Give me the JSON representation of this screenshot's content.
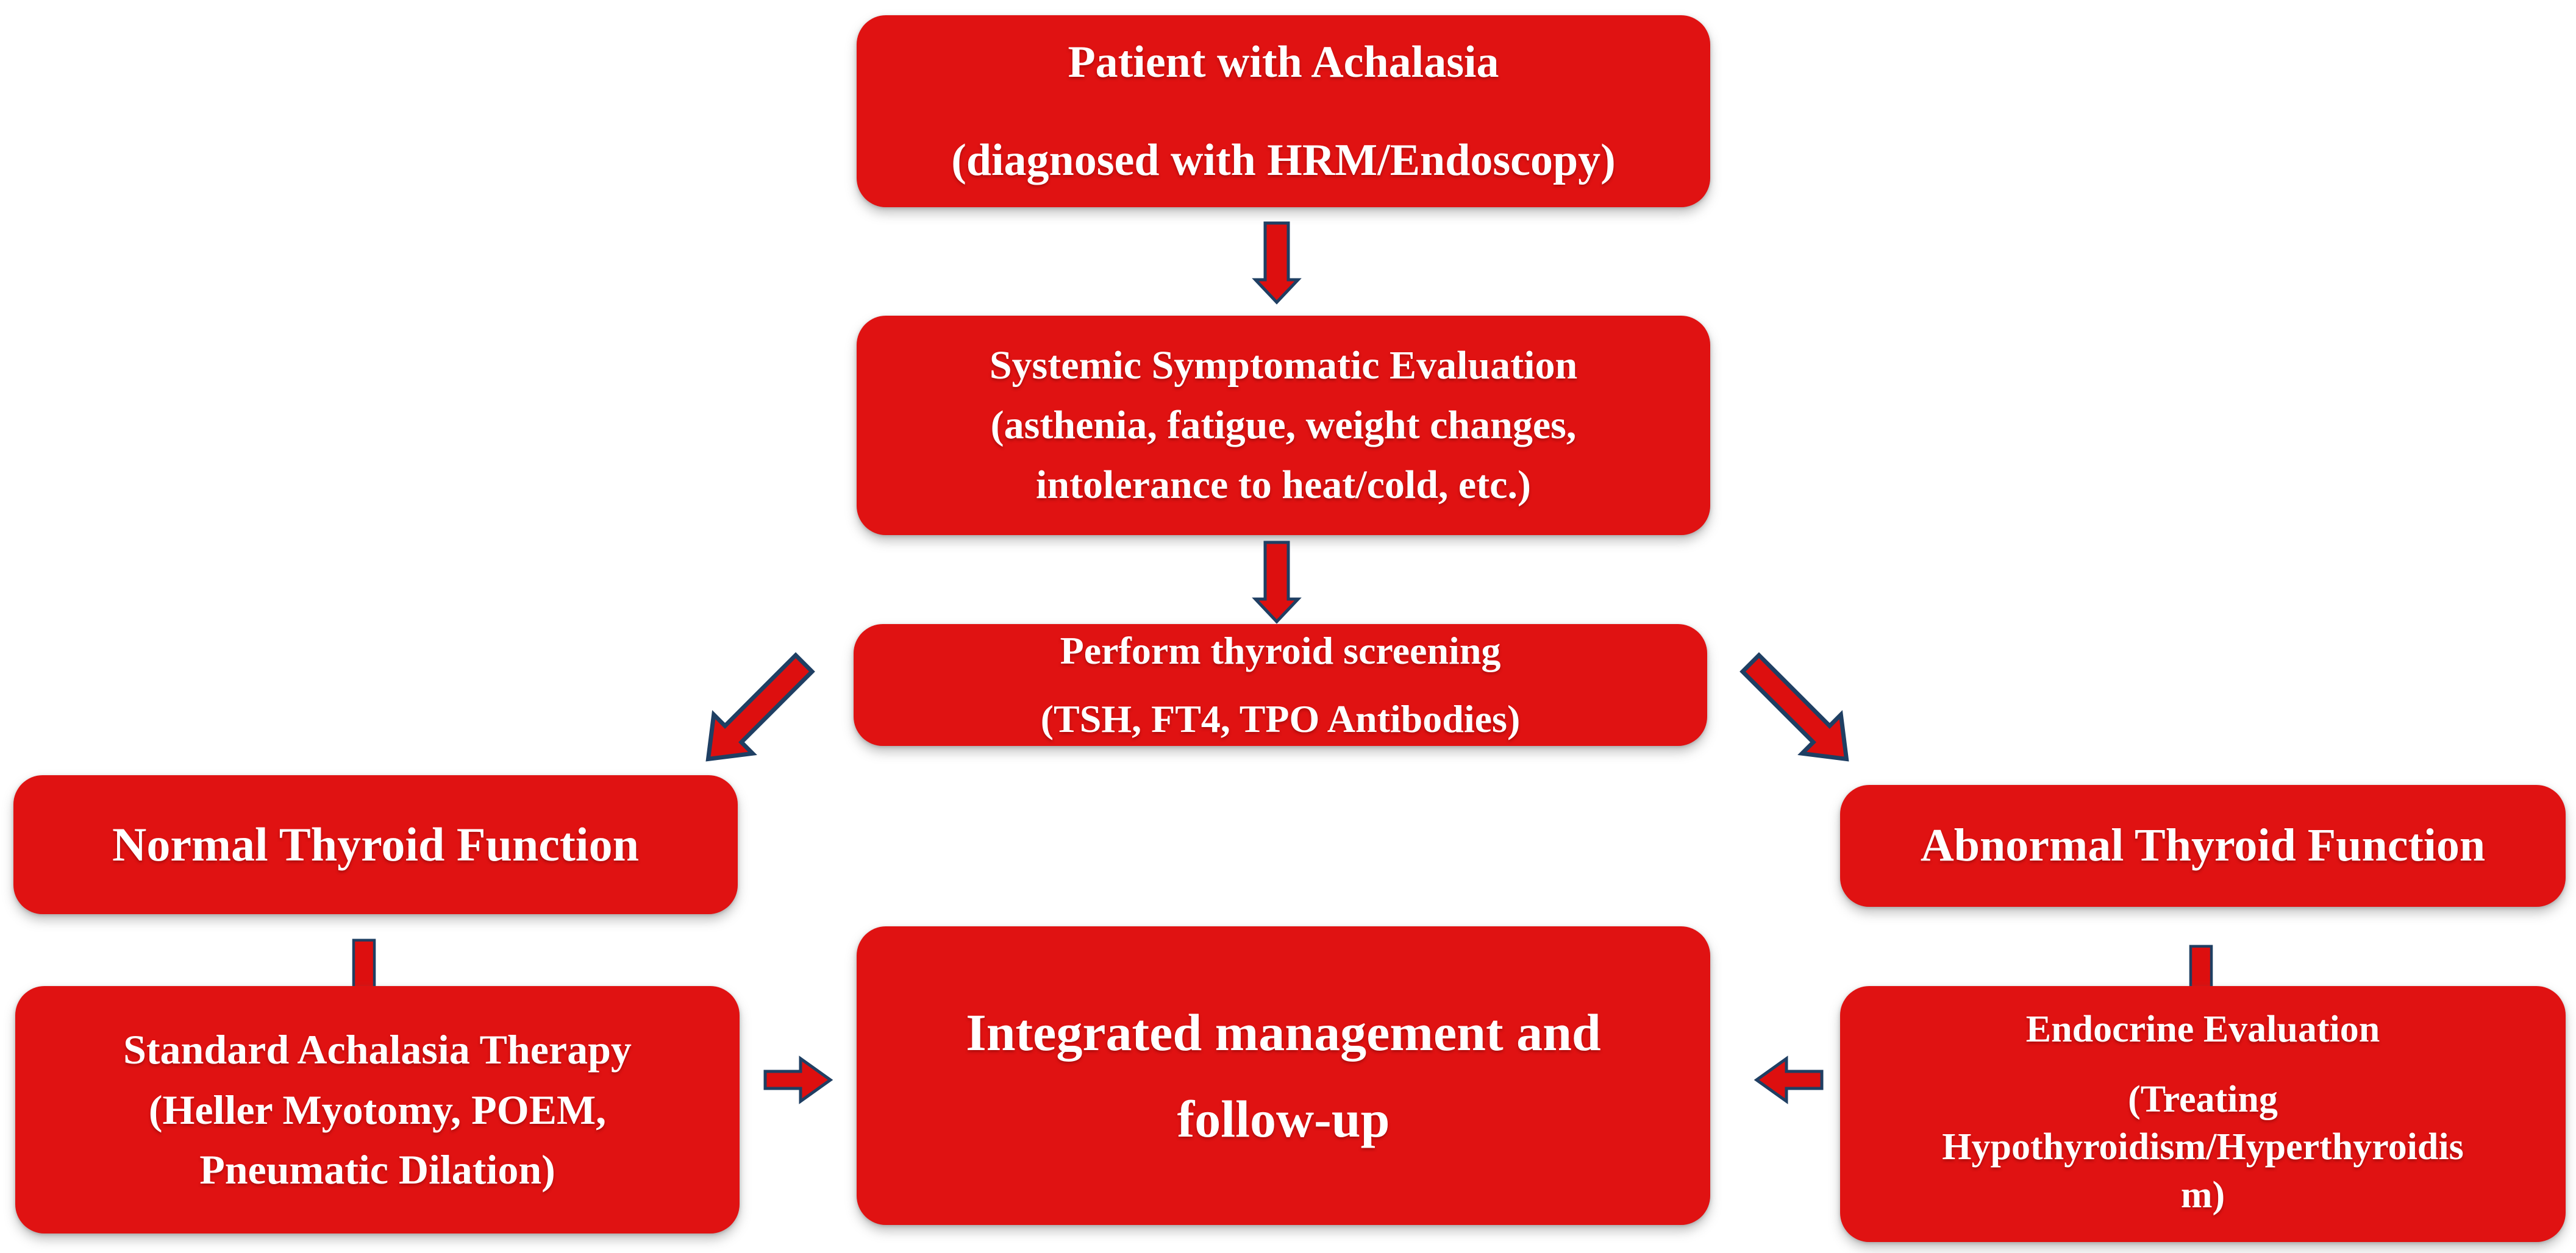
{
  "colors": {
    "box_red": "#e01212",
    "arrow_red": "#dd0f0f",
    "arrow_outline": "#1f3f63",
    "text_white": "#ffffff",
    "background": "#ffffff"
  },
  "boxes": {
    "patient": {
      "lines": [
        "Patient with Achalasia",
        "(diagnosed with HRM/Endoscopy)"
      ]
    },
    "systemic": {
      "lines": [
        "Systemic Symptomatic Evaluation",
        "(asthenia, fatigue, weight changes,",
        "intolerance to heat/cold, etc.)"
      ]
    },
    "screening": {
      "lines": [
        "Perform thyroid screening",
        "(TSH, FT4, TPO Antibodies)"
      ]
    },
    "normal": {
      "lines": [
        "Normal Thyroid Function"
      ]
    },
    "standard": {
      "lines": [
        "Standard Achalasia Therapy",
        "(Heller Myotomy, POEM,",
        "Pneumatic Dilation)"
      ]
    },
    "integrated": {
      "lines": [
        "Integrated management and",
        "follow-up"
      ]
    },
    "abnormal": {
      "lines": [
        "Abnormal Thyroid Function"
      ]
    },
    "endocrine": {
      "heading": "Endocrine Evaluation",
      "lines": [
        "(Treating",
        "Hypothyroidism/Hyperthyroidis",
        "m)"
      ]
    }
  }
}
